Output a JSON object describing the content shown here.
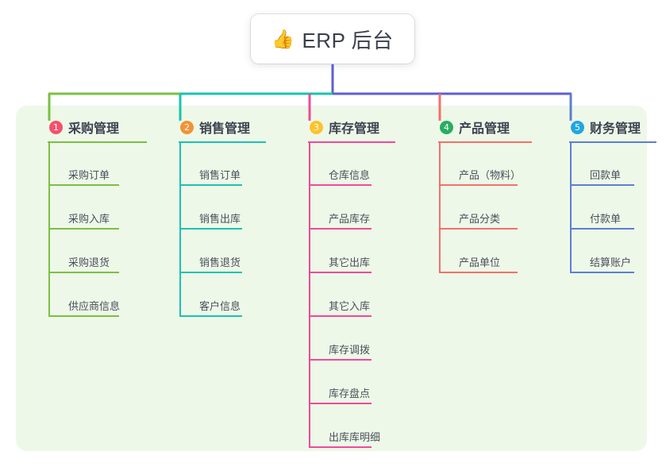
{
  "root": {
    "emoji": "👍",
    "icon_name": "thumbs-up-icon",
    "label": "ERP 后台"
  },
  "panel": {
    "background": "#eef8e8"
  },
  "columns": [
    {
      "index": "1",
      "title": "采购管理",
      "badge_color": "#f4516c",
      "line_color": "#7ac043",
      "items": [
        "采购订单",
        "采购入库",
        "采购退货",
        "供应商信息"
      ]
    },
    {
      "index": "2",
      "title": "销售管理",
      "badge_color": "#f39237",
      "line_color": "#19c3b2",
      "items": [
        "销售订单",
        "销售出库",
        "销售退货",
        "客户信息"
      ]
    },
    {
      "index": "3",
      "title": "库存管理",
      "badge_color": "#fdc22c",
      "line_color": "#ef4a9b",
      "items": [
        "仓库信息",
        "产品库存",
        "其它出库",
        "其它入库",
        "库存调拨",
        "库存盘点",
        "出库库明细"
      ]
    },
    {
      "index": "4",
      "title": "产品管理",
      "badge_color": "#27ae60",
      "line_color": "#f4706a",
      "items": [
        "产品（物料）",
        "产品分类",
        "产品单位"
      ]
    },
    {
      "index": "5",
      "title": "财务管理",
      "badge_color": "#21a7e0",
      "line_color": "#5b7fd4",
      "items": [
        "回款单",
        "付款单",
        "结算账户"
      ]
    }
  ],
  "connectors": {
    "trunk_color": "#5b5fd4",
    "bus_segment_1_color": "#7ac043",
    "bus_segment_2_color": "#19c3b2",
    "bus_segment_3_color": "#5b5fd4"
  }
}
